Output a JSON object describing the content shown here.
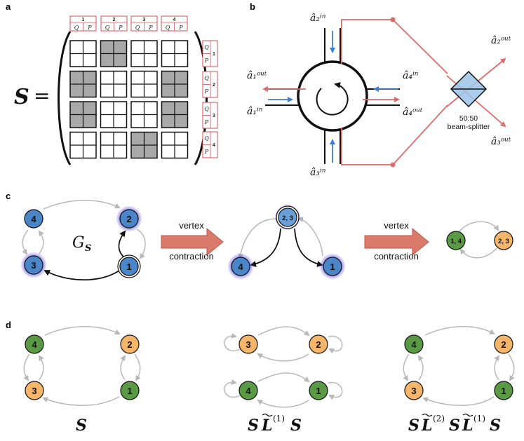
{
  "panels": {
    "a": {
      "letter": "a",
      "lhs": "S",
      "equals": "=",
      "column_labels": [
        {
          "index": "1",
          "q": "Q",
          "p": "P"
        },
        {
          "index": "2",
          "q": "Q",
          "p": "P"
        },
        {
          "index": "3",
          "q": "Q",
          "p": "P"
        },
        {
          "index": "4",
          "q": "Q",
          "p": "P"
        }
      ],
      "row_labels": [
        {
          "index": "1",
          "q": "Q",
          "p": "P"
        },
        {
          "index": "2",
          "q": "Q",
          "p": "P"
        },
        {
          "index": "3",
          "q": "Q",
          "p": "P"
        },
        {
          "index": "4",
          "q": "Q",
          "p": "P"
        }
      ],
      "shaded_blocks": [
        [
          0,
          1
        ],
        [
          1,
          0
        ],
        [
          1,
          3
        ],
        [
          2,
          0
        ],
        [
          2,
          3
        ],
        [
          3,
          2
        ]
      ],
      "shade_color": "#a8a8a8",
      "label_border_color": "#d0505a"
    },
    "b": {
      "letter": "b",
      "labels": {
        "a2_in": "â₂ⁱⁿ",
        "a1_out": "â₁ᵒᵘᵗ",
        "a1_in": "â₁ⁱⁿ",
        "a4_in": "â₄ⁱⁿ",
        "a4_out": "â₄ᵒᵘᵗ",
        "a3_in": "â₃ⁱⁿ",
        "a2_out": "â₂ᵒᵘᵗ",
        "a3_out": "â₃ᵒᵘᵗ"
      },
      "beam_splitter_ratio": "50:50",
      "beam_splitter_label": "beam-splitter",
      "colors": {
        "in": "#3b7fd6",
        "out": "#e06a6a",
        "splitter": "#9cc4e8"
      }
    },
    "c": {
      "letter": "c",
      "graph_label": "G",
      "graph_label_sub": "S",
      "arrow1_line1": "vertex",
      "arrow1_line2": "contraction",
      "arrow2_line1": "vertex",
      "arrow2_line2": "contraction",
      "graph1_nodes": {
        "n4": "4",
        "n2": "2",
        "n3": "3",
        "n1": "1"
      },
      "graph2_nodes": {
        "n23": "2, 3",
        "n4": "4",
        "n1": "1"
      },
      "graph3_nodes": {
        "n14": "1, 4",
        "n23": "2, 3"
      },
      "colors": {
        "blue": "#4a86c8",
        "green": "#5a9a44",
        "orange": "#f5b56a",
        "glow": "#5b4de0",
        "arrow_fill": "#d97a6a"
      }
    },
    "d": {
      "letter": "d",
      "graph1_nodes": {
        "n4": "4",
        "n2": "2",
        "n3": "3",
        "n1": "1"
      },
      "graph2_nodes": {
        "n3": "3",
        "n2": "2",
        "n4": "4",
        "n1": "1"
      },
      "graph3_nodes": {
        "n4": "4",
        "n2": "2",
        "n3": "3",
        "n1": "1"
      },
      "caption1": "S",
      "caption2_parts": {
        "s1": "S",
        "l": "L",
        "sup": "(1)",
        "s2": "S"
      },
      "caption3_parts": {
        "s1": "S",
        "l1": "L",
        "sup1": "(2)",
        "s2": "S",
        "l2": "L",
        "sup2": "(1)",
        "s3": "S"
      }
    }
  }
}
